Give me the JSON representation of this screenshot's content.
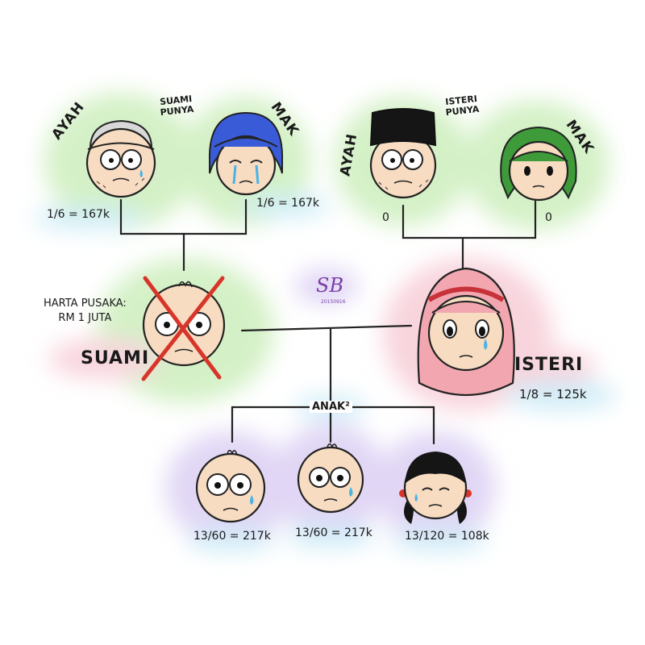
{
  "husband_parents": {
    "caption_line1": "SUAMI",
    "caption_line2": "PUNYA",
    "father": {
      "role": "AYAH",
      "share": "1/6 = 167k"
    },
    "mother": {
      "role": "MAK",
      "share": "1/6 = 167k"
    }
  },
  "wife_parents": {
    "caption_line1": "ISTERI",
    "caption_line2": "PUNYA",
    "father": {
      "role": "AYAH",
      "share": "0"
    },
    "mother": {
      "role": "MAK",
      "share": "0"
    }
  },
  "estate": {
    "line1": "HARTA PUSAKA:",
    "line2": "RM 1 JUTA"
  },
  "husband": {
    "label": "SUAMI"
  },
  "wife": {
    "label": "ISTERI",
    "share": "1/8 = 125k"
  },
  "signature": {
    "initials": "SB",
    "date": "20150916"
  },
  "children": {
    "label": "ANAK²",
    "items": [
      {
        "share": "13/60 = 217k"
      },
      {
        "share": "13/60 = 217k"
      },
      {
        "share": "13/120 = 108k"
      }
    ]
  },
  "colors": {
    "line": "#222222",
    "cross": "#d8352a",
    "green_glow": "#c6ecb4",
    "blue_glow": "#bde6f4",
    "pink_glow": "#f6c6d2",
    "purple_glow": "#d7c9f2",
    "skin": "#f7dcc2",
    "hijab_blue": "#3a5bd8",
    "hijab_green": "#3f9a3a",
    "hijab_pink": "#f2a7b0",
    "hat_black": "#151515",
    "cap_grey": "#d8d8d8"
  }
}
